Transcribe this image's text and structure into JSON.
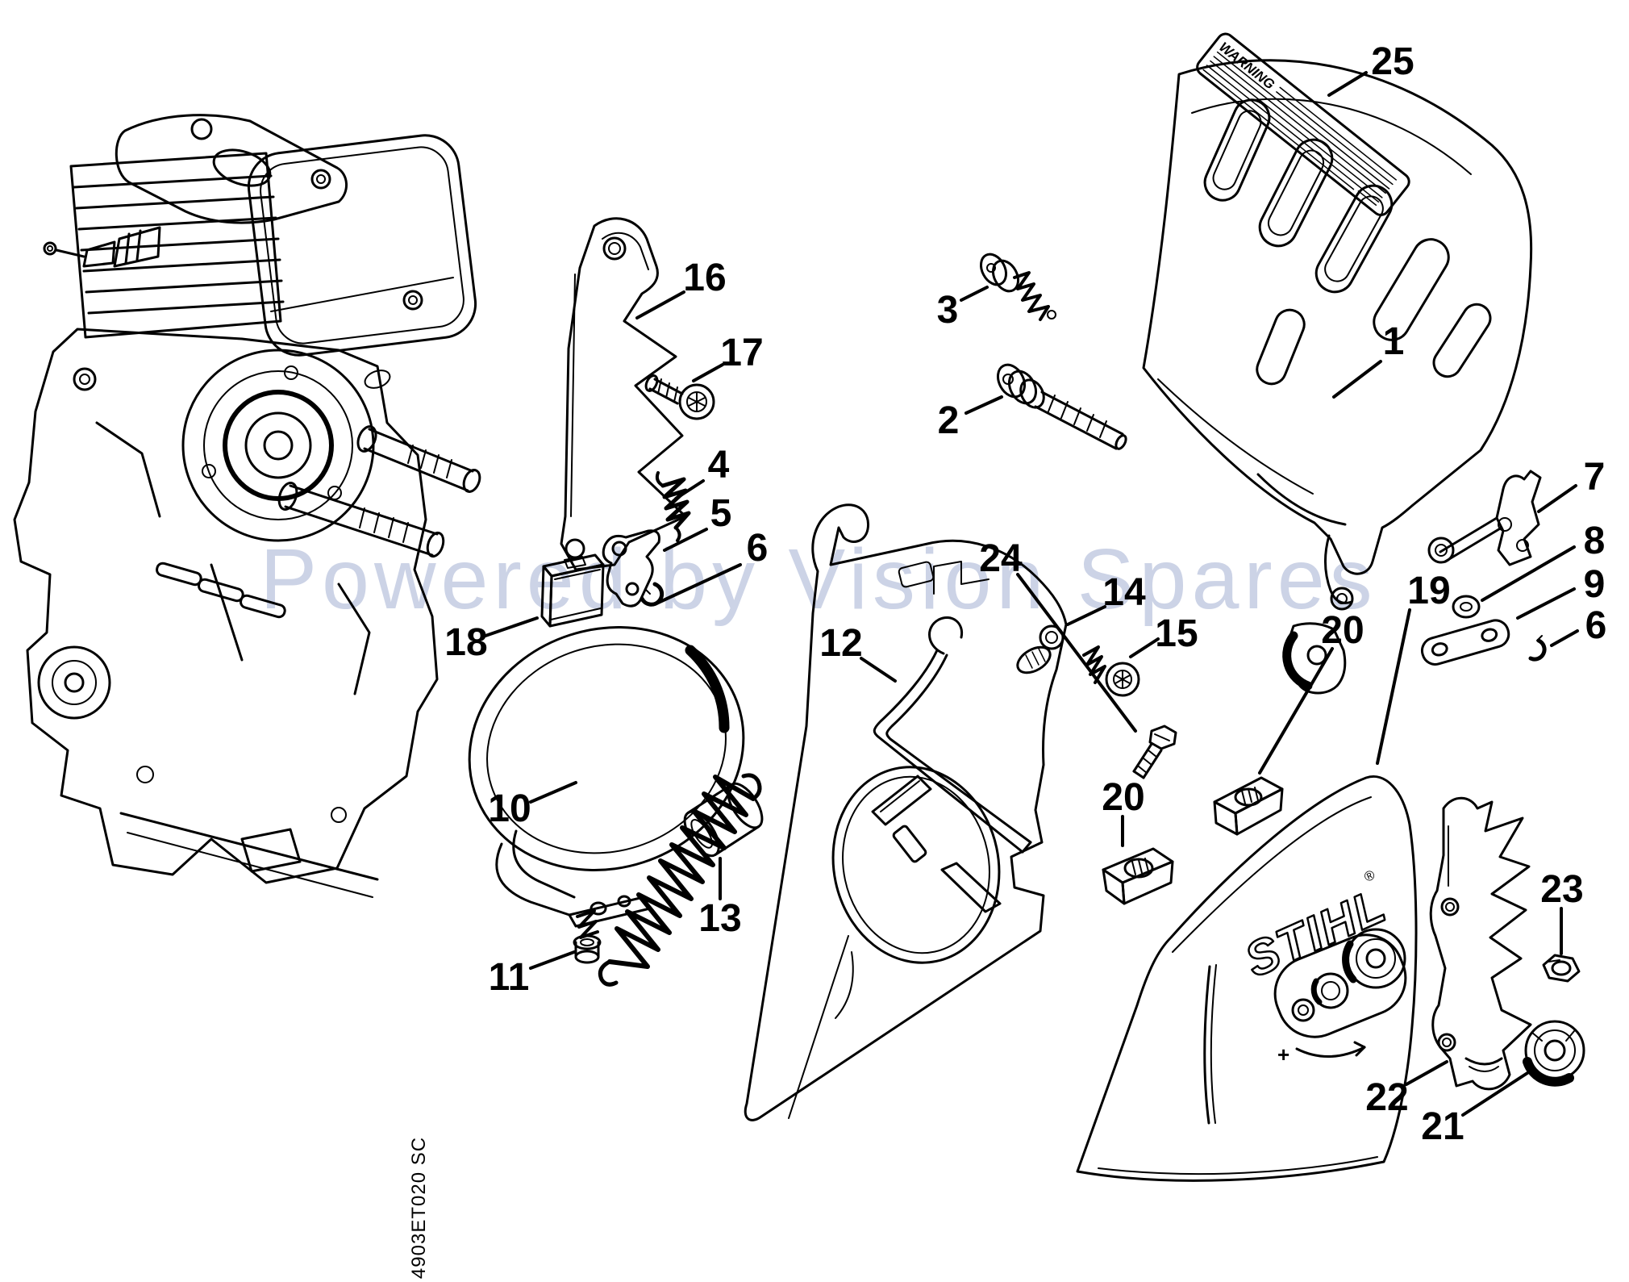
{
  "watermark": "Powered by Vision Spares",
  "drawing_number": "4903ET020 SC",
  "warning_label_text": "WARNING",
  "cover_logo": "STIHL",
  "registered_mark": "®",
  "plus_mark": "+",
  "parts": {
    "1": "1",
    "2": "2",
    "3": "3",
    "4": "4",
    "5": "5",
    "6": "6",
    "7": "7",
    "8": "8",
    "9": "9",
    "10": "10",
    "11": "11",
    "12": "12",
    "13": "13",
    "14": "14",
    "15": "15",
    "16": "16",
    "17": "17",
    "18": "18",
    "19": "19",
    "20": "20",
    "21": "21",
    "22": "22",
    "23": "23",
    "24": "24",
    "25": "25"
  }
}
